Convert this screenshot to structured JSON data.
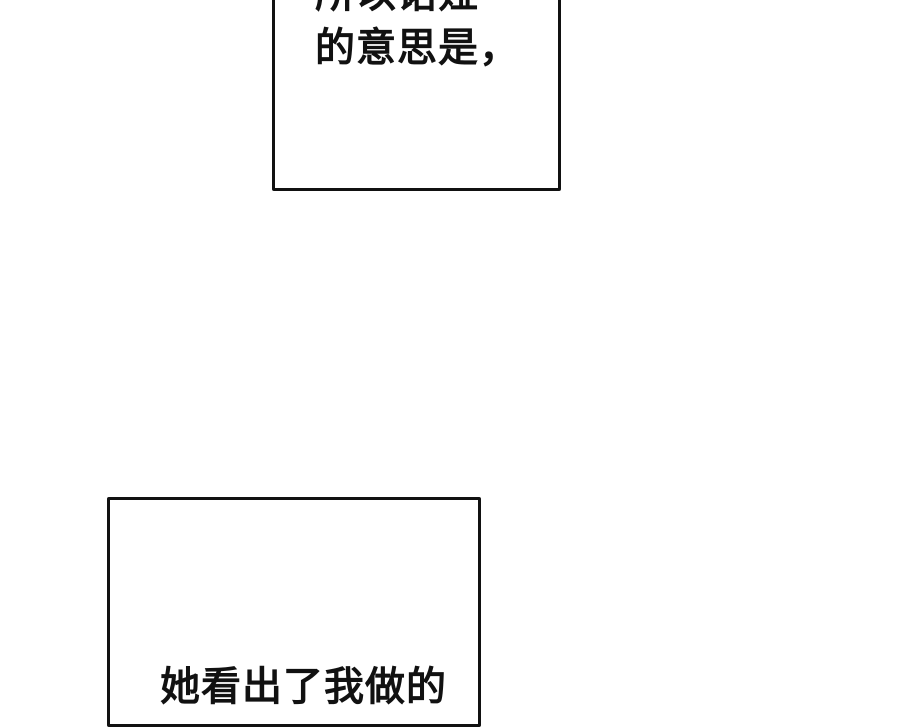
{
  "panels": [
    {
      "lines": [
        "所以诺娅",
        "的意思是，"
      ]
    },
    {
      "lines": [
        "她看出了我做的"
      ]
    }
  ]
}
